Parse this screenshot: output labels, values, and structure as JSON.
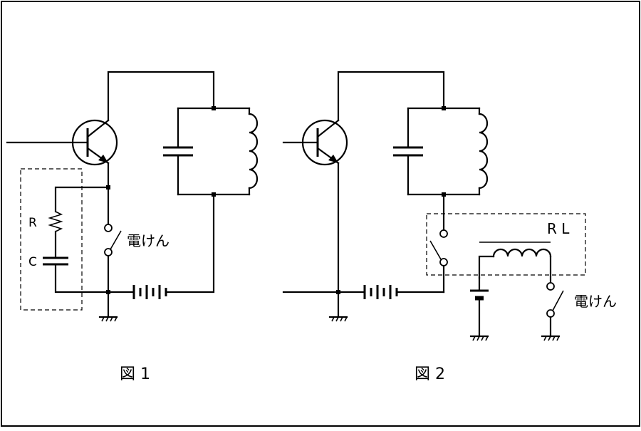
{
  "figures": [
    {
      "id": "fig1",
      "caption": "図 1",
      "labels": {
        "resistor": "R",
        "capacitor": "C",
        "key": "電けん"
      }
    },
    {
      "id": "fig2",
      "caption": "図 2",
      "labels": {
        "relay": "R L",
        "key": "電けん"
      }
    }
  ]
}
